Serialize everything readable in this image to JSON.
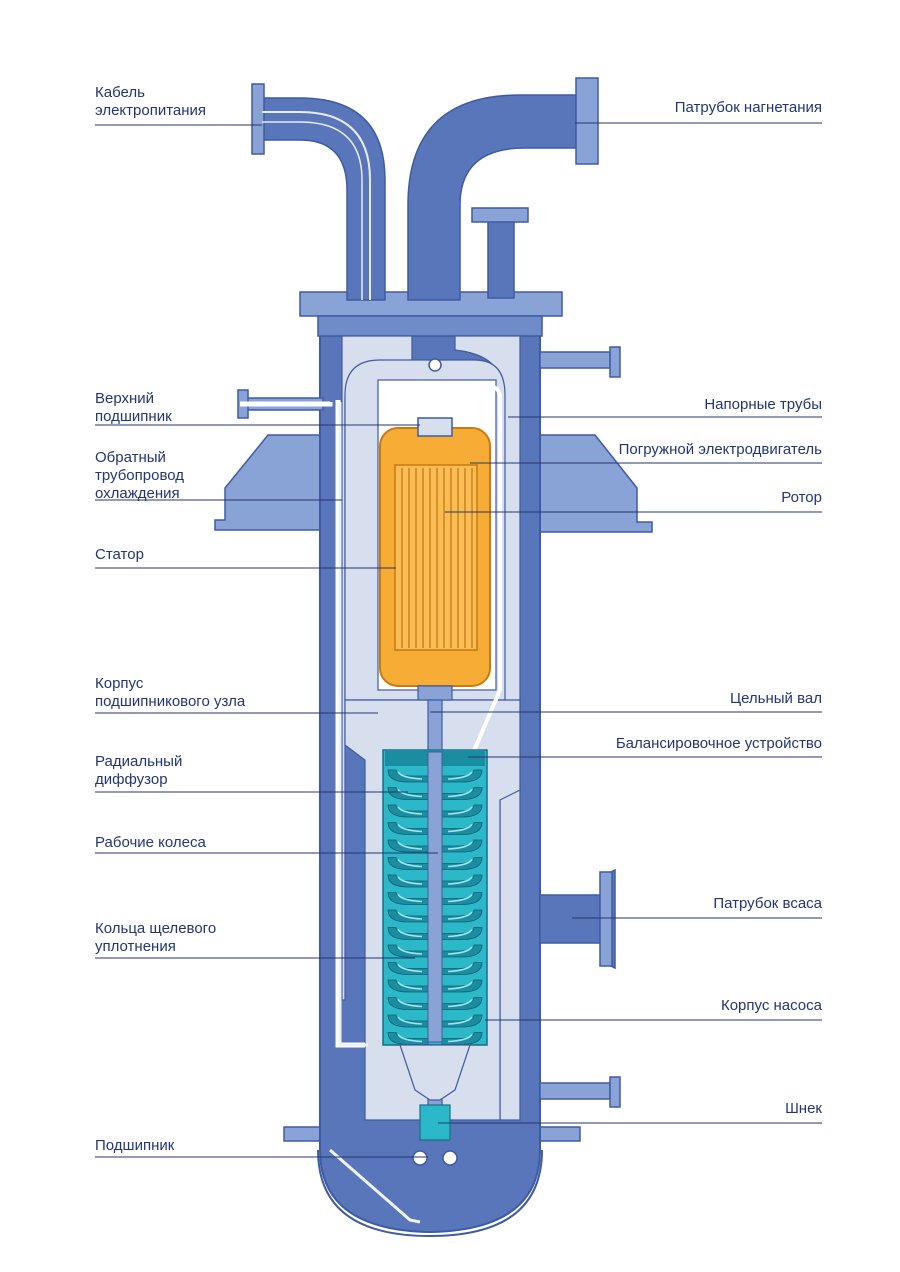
{
  "colors": {
    "label_text": "#22357a",
    "leader_line": "#26366e",
    "pipe_dark": "#4f6db3",
    "pipe_light": "#8aa3d6",
    "vessel_outer": "#5876b9",
    "vessel_inner": "#d7deee",
    "motor_orange": "#f7ac35",
    "impeller_teal": "#2bb8c9",
    "impeller_dark": "#1b8da2"
  },
  "labels_left": [
    {
      "id": "power-cable",
      "lines": [
        "Кабель",
        "электропитания"
      ]
    },
    {
      "id": "upper-bearing",
      "lines": [
        "Верхний",
        "подшипник"
      ]
    },
    {
      "id": "cooling-return",
      "lines": [
        "Обратный",
        "трубопровод",
        "охлаждения"
      ]
    },
    {
      "id": "stator",
      "lines": [
        "Статор"
      ]
    },
    {
      "id": "bearing-housing",
      "lines": [
        "Корпус",
        "подшипникового узла"
      ]
    },
    {
      "id": "radial-diffuser",
      "lines": [
        "Радиальный",
        "диффузор"
      ]
    },
    {
      "id": "impellers",
      "lines": [
        "Рабочие колеса"
      ]
    },
    {
      "id": "seal-rings",
      "lines": [
        "Кольца щелевого",
        "уплотнения"
      ]
    },
    {
      "id": "bearing",
      "lines": [
        "Подшипник"
      ]
    }
  ],
  "labels_right": [
    {
      "id": "discharge-nozzle",
      "lines": [
        "Патрубок нагнетания"
      ]
    },
    {
      "id": "pressure-pipes",
      "lines": [
        "Напорные трубы"
      ]
    },
    {
      "id": "submersible-motor",
      "lines": [
        "Погружной электродвигатель"
      ]
    },
    {
      "id": "rotor",
      "lines": [
        "Ротор"
      ]
    },
    {
      "id": "solid-shaft",
      "lines": [
        "Цельный вал"
      ]
    },
    {
      "id": "balancing-device",
      "lines": [
        "Балансировочное устройство"
      ]
    },
    {
      "id": "suction-nozzle",
      "lines": [
        "Патрубок всаса"
      ]
    },
    {
      "id": "pump-casing",
      "lines": [
        "Корпус насоса"
      ]
    },
    {
      "id": "inducer",
      "lines": [
        "Шнек"
      ]
    }
  ]
}
